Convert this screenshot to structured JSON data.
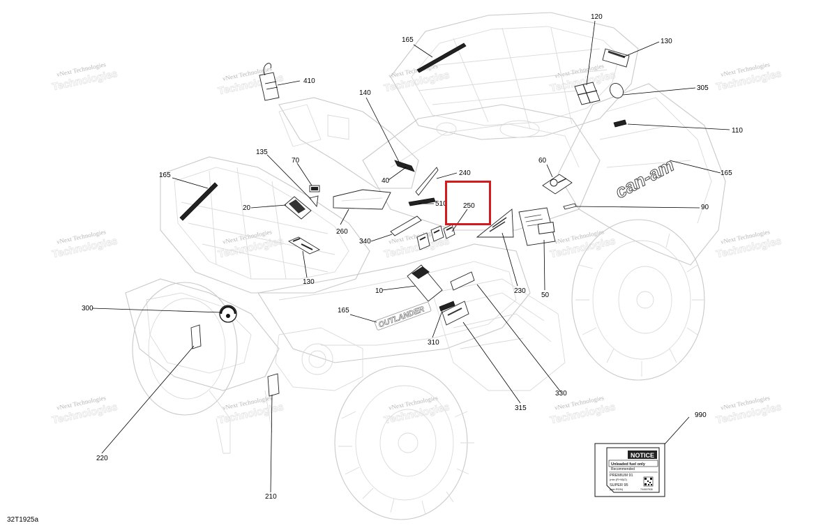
{
  "diagram_id": "32T1925a",
  "watermark": {
    "line1": "vNext Technologies",
    "line2": "Technologies"
  },
  "vehicle_brand": {
    "side_logo": "can-am",
    "model_name": "OUTLANDER"
  },
  "highlight_color": "#d7191c",
  "callouts": {
    "c10": "10",
    "c20": "20",
    "c40": "40",
    "c50": "50",
    "c60": "60",
    "c70": "70",
    "c90": "90",
    "c110": "110",
    "c120": "120",
    "c130_top": "130",
    "c130_left": "130",
    "c135": "135",
    "c140": "140",
    "c165_top": "165",
    "c165_left": "165",
    "c165_right": "165",
    "c165_mid": "165",
    "c210": "210",
    "c220": "220",
    "c230": "230",
    "c240": "240",
    "c250": "250",
    "c260": "260",
    "c300": "300",
    "c305": "305",
    "c310": "310",
    "c315": "315",
    "c330": "330",
    "c340": "340",
    "c410": "410",
    "c510": "510",
    "c990": "990"
  },
  "notice_label": {
    "heading": "NOTICE",
    "line1": "Unleaded fuel only",
    "line2": "Recommended",
    "line3": "PREMIUM 91",
    "line4": "(min (R+M)/2)",
    "line5": "SUPER 95",
    "line6": "(min RON)",
    "code": "704907508"
  }
}
